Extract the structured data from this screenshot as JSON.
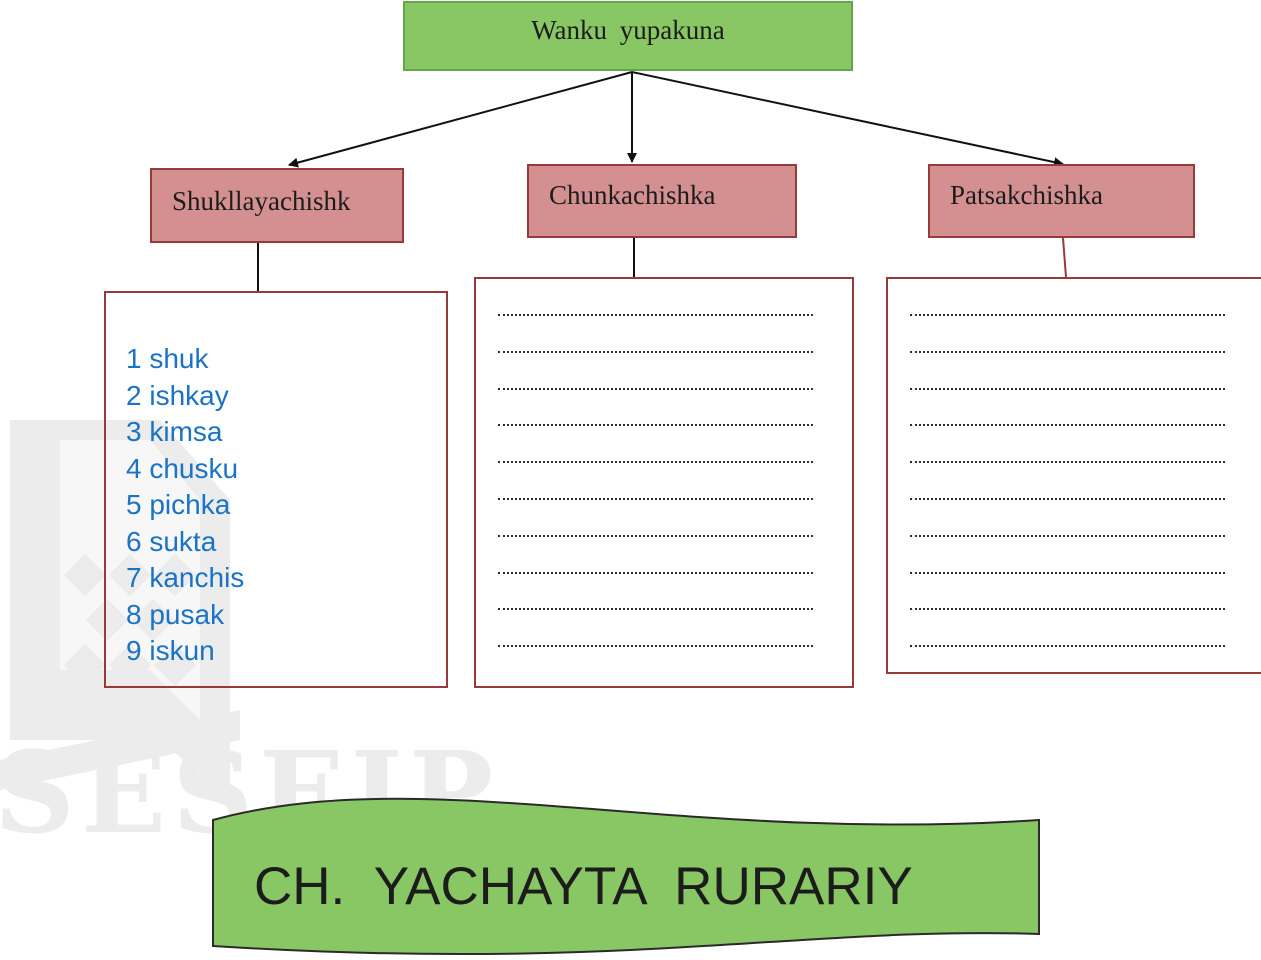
{
  "diagram": {
    "root": {
      "label": "Wanku  yupakuna"
    },
    "categories": [
      {
        "label": "Shukllayachishk"
      },
      {
        "label": "Chunkachishka"
      },
      {
        "label": "Patsakchishka"
      }
    ],
    "lists": {
      "shukllayachishk": [
        "1 shuk",
        "2 ishkay",
        "3 kimsa",
        "4 chusku",
        "5 pichka",
        "6 sukta",
        "7 kanchis",
        "8 pusak",
        "9 iskun"
      ],
      "chunkachishka_blank_lines": 10,
      "patsakchishka_blank_lines": 10
    },
    "colors": {
      "root_fill": "#89c765",
      "category_fill": "#d49090",
      "border": "#963a3a",
      "list_text": "#1a73c4",
      "banner_fill": "#89c765"
    }
  },
  "banner": {
    "label": "CH.  YACHAYTA  RURARIY"
  },
  "watermark": {
    "text": "SESEIP"
  }
}
